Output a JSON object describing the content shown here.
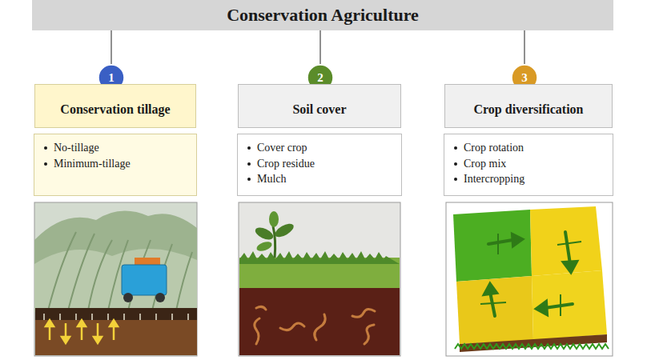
{
  "diagram": {
    "nodes": [
      {
        "text": [
          "Conservation Agriculture"
        ]
      },
      {
        "text": [
          "1"
        ]
      },
      {
        "text": [
          "Conservation tillage"
        ]
      },
      {
        "text": [
          "No-tillage",
          "Minimum-tillage"
        ]
      },
      {
        "text": [
          "2"
        ]
      },
      {
        "text": [
          "Soil cover"
        ]
      },
      {
        "text": [
          "Cover crop",
          "Crop residue",
          "Mulch"
        ]
      },
      {
        "text": [
          "3"
        ]
      },
      {
        "text": [
          "Crop diversification"
        ]
      },
      {
        "text": [
          "Crop rotation",
          "Crop mix",
          "Intercropping"
        ]
      }
    ],
    "edges": [
      {
        "from": 0,
        "to": 1,
        "arrow": "none"
      },
      {
        "from": 0,
        "to": 4,
        "arrow": "none"
      },
      {
        "from": 0,
        "to": 7,
        "arrow": "none"
      }
    ]
  }
}
